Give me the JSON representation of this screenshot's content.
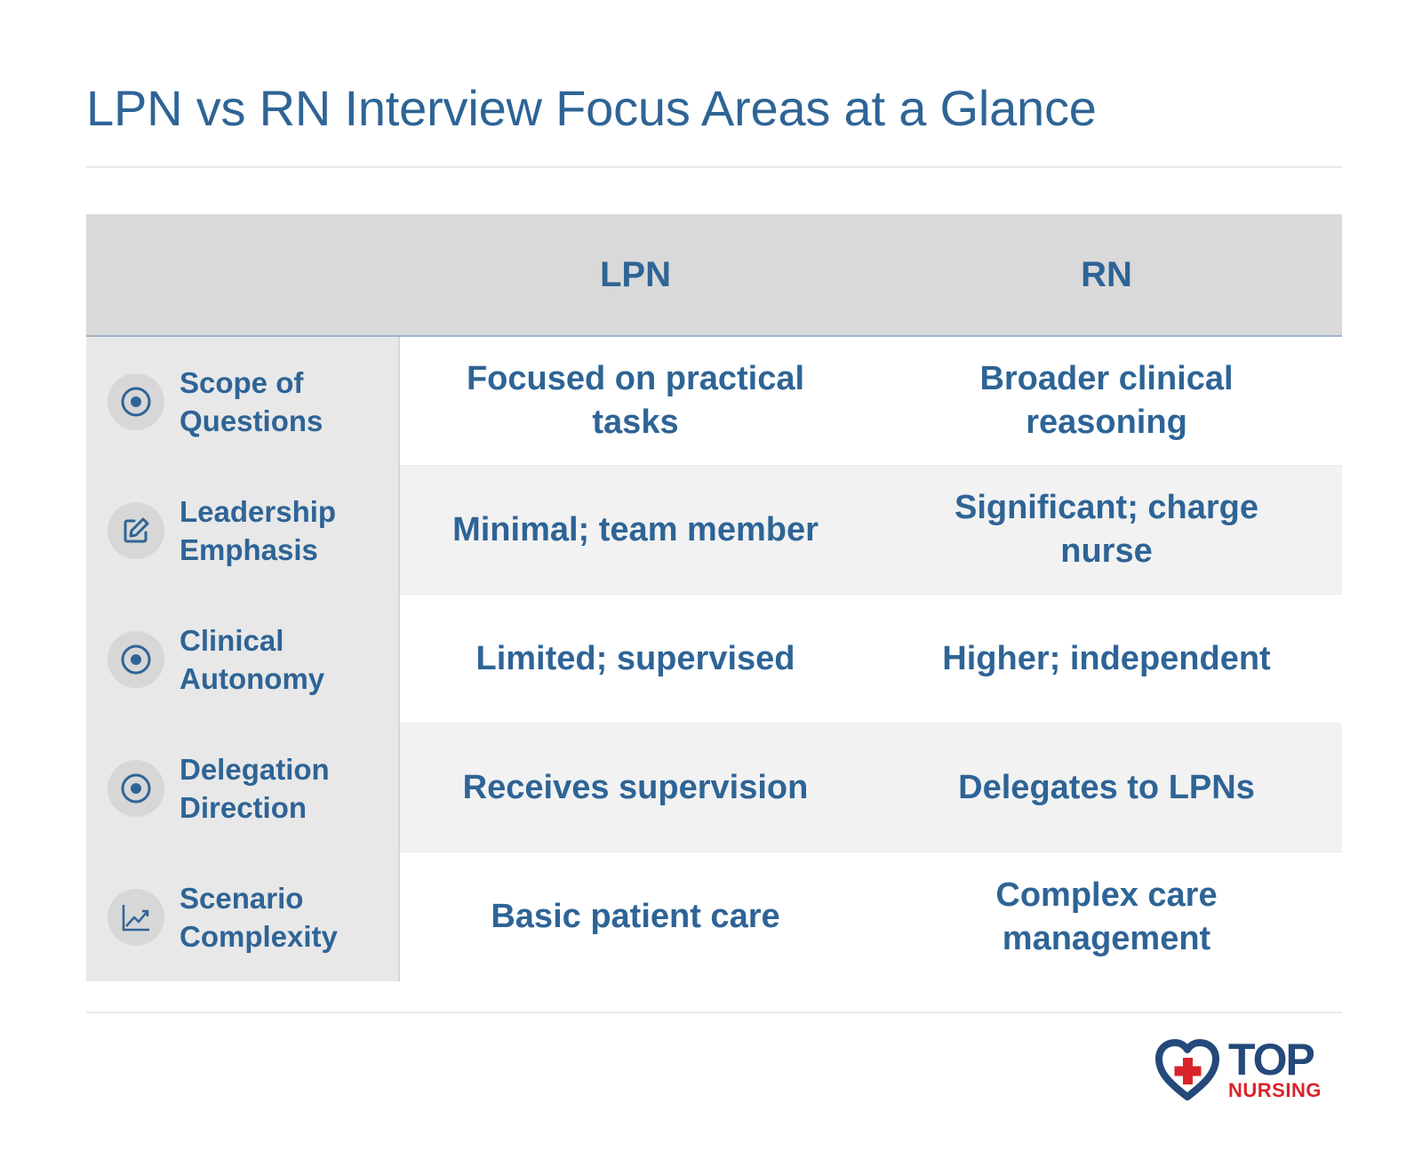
{
  "title": "LPN vs RN Interview Focus Areas at a Glance",
  "columns": [
    "",
    "LPN",
    "RN"
  ],
  "rows": [
    {
      "label": "Scope of Questions",
      "icon": "target-icon",
      "lpn": "Focused on practical tasks",
      "rn": "Broader clinical reasoning"
    },
    {
      "label": "Leadership Emphasis",
      "icon": "edit-icon",
      "lpn": "Minimal; team member",
      "rn": "Significant; charge nurse"
    },
    {
      "label": "Clinical Autonomy",
      "icon": "target-icon",
      "lpn": "Limited; supervised",
      "rn": "Higher; independent"
    },
    {
      "label": "Delegation Direction",
      "icon": "target-icon",
      "lpn": "Receives supervision",
      "rn": "Delegates to LPNs"
    },
    {
      "label": "Scenario Complexity",
      "icon": "trend-chart-icon",
      "lpn": "Basic patient care",
      "rn": "Complex care management"
    }
  ],
  "logo": {
    "top": "TOP",
    "bottom": "NURSING"
  },
  "colors": {
    "primary": "#2e6496",
    "header_bg": "#d9d9d9",
    "label_bg": "#e8e8e8",
    "alt_row_bg": "#f2f2f2",
    "logo_navy": "#24497a",
    "logo_red": "#d8232a"
  }
}
